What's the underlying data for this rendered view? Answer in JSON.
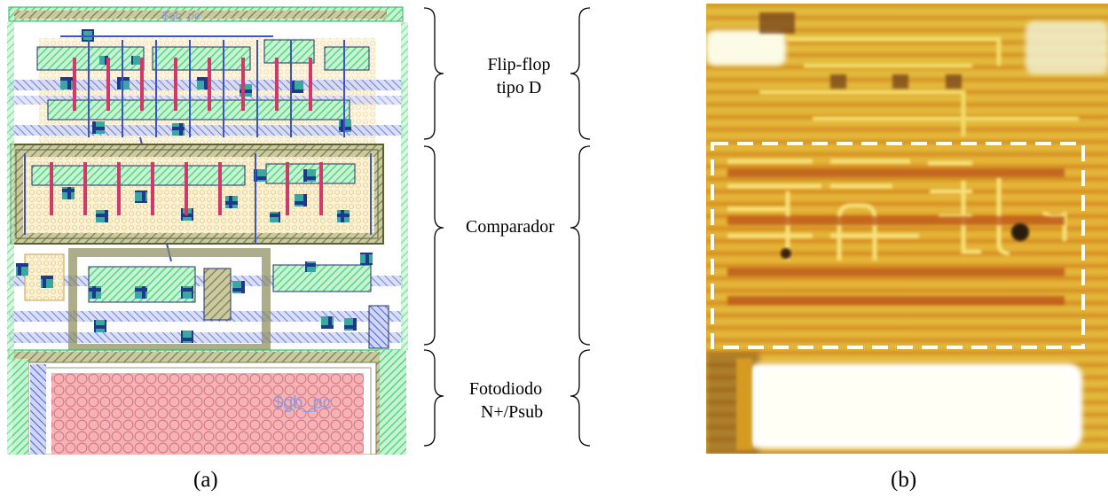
{
  "figure": {
    "caption_a": "(a)",
    "caption_b": "(b)"
  },
  "labels": {
    "flipflop_line1": "Flip-flop",
    "flipflop_line2": "tipo D",
    "comparator": "Comparador",
    "photodiode_line1": "Fotodiodo",
    "photodiode_line2": "N+/Psub",
    "layout_watermark_top": "$gb_pc",
    "layout_watermark_bottom": "$gb_pc"
  },
  "colors": {
    "layout_green": "#3fd46e",
    "layout_blue": "#3c52c8",
    "layout_olive": "#6f7a40",
    "photodiode_pink": "#f4a3a3",
    "photo_yellow": "#e7c432",
    "photo_orange": "#d97b1a",
    "dashed_box": "#ffffff"
  }
}
